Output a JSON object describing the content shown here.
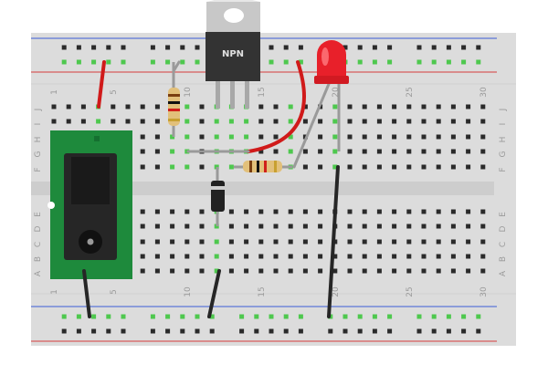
{
  "breadboard": {
    "column_numbers": [
      "1",
      "5",
      "10",
      "15",
      "20",
      "25",
      "30"
    ],
    "row_letters_top": [
      "J",
      "I",
      "H",
      "G",
      "F"
    ],
    "row_letters_bottom": [
      "E",
      "D",
      "C",
      "B",
      "A"
    ]
  },
  "components": {
    "transistor": {
      "label": "NPN",
      "type": "NPN transistor (TO-220)"
    },
    "led": {
      "color": "#e8202a"
    },
    "resistors": [
      {
        "orientation": "vertical"
      },
      {
        "orientation": "horizontal"
      }
    ],
    "diode": {
      "color": "#222222"
    },
    "dc_jack": {
      "color": "#1e8a3c"
    }
  },
  "wires": {
    "red": "#d01a1a",
    "black": "#262626",
    "gray": "#9a9a9a"
  },
  "colors": {
    "board": "#dddddd",
    "rail_blue": "#3b5bd6",
    "rail_red": "#d63b3b",
    "active_hole": "#4ec84e"
  }
}
